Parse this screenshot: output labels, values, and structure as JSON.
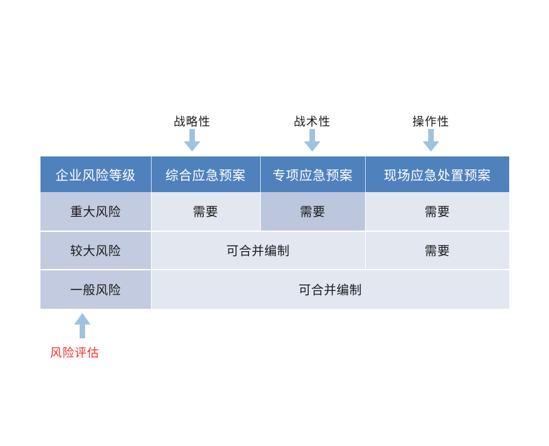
{
  "diagram": {
    "title_absent": true,
    "colors": {
      "header_blue": "#4f81bd",
      "row_head_blue_grey": "#c3cbe0",
      "cell_light": "#e2e7f0",
      "cell_accent": "#bcc7de",
      "arrow_blue": "#9dc3e0",
      "red_label": "#f0302a",
      "background": "#ffffff"
    },
    "annotations_top": [
      {
        "label": "战略性",
        "icon": "arrow-down-icon",
        "target_column": "综合应急预案"
      },
      {
        "label": "战术性",
        "icon": "arrow-down-icon",
        "target_column": "专项应急预案"
      },
      {
        "label": "操作性",
        "icon": "arrow-down-icon",
        "target_column": "现场应急处置预案"
      }
    ],
    "annotation_bottom": {
      "label": "风险评估",
      "icon": "arrow-up-icon",
      "target_column": "企业风险等级"
    },
    "table": {
      "headers": [
        "企业风险等级",
        "综合应急预案",
        "专项应急预案",
        "现场应急处置预案"
      ],
      "rows": [
        {
          "level": "重大风险",
          "cells": [
            {
              "text": "需要",
              "span": 1,
              "accent": false
            },
            {
              "text": "需要",
              "span": 1,
              "accent": true
            },
            {
              "text": "需要",
              "span": 1,
              "accent": false
            }
          ]
        },
        {
          "level": "较大风险",
          "cells": [
            {
              "text": "可合并编制",
              "span": 2,
              "accent": false
            },
            {
              "text": "需要",
              "span": 1,
              "accent": false
            }
          ]
        },
        {
          "level": "一般风险",
          "cells": [
            {
              "text": "可合并编制",
              "span": 3,
              "accent": false
            }
          ]
        }
      ]
    }
  }
}
